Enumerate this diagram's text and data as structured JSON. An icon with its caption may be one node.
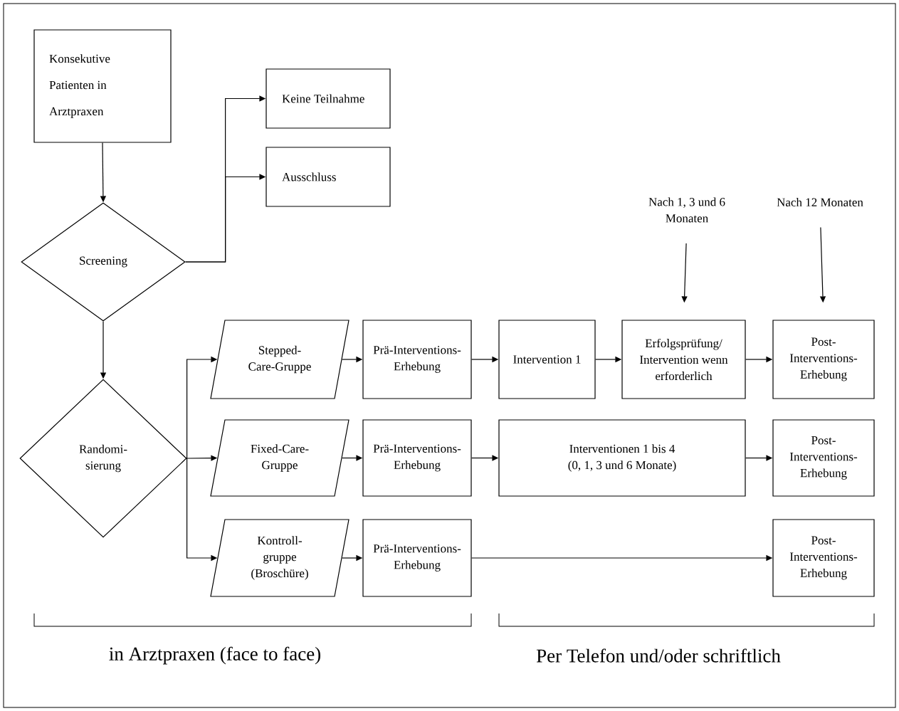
{
  "diagram": {
    "nodes": [
      {
        "text": [
          "Konsekutive Patienten in Arztpraxen"
        ]
      },
      {
        "text": [
          "Keine Teilnahme"
        ]
      },
      {
        "text": [
          "Ausschluss"
        ]
      },
      {
        "text": [
          "Screening"
        ]
      },
      {
        "text": [
          "Randomi- sierung"
        ]
      },
      {
        "text": [
          "Stepped- Care-Gruppe"
        ]
      },
      {
        "text": [
          "Prä-Interventions- Erhebung"
        ]
      },
      {
        "text": [
          "Intervention 1"
        ]
      },
      {
        "text": [
          "Erfolgsprüfung/ Intervention wenn erforderlich"
        ]
      },
      {
        "text": [
          "Post- Interventions- Erhebung"
        ]
      },
      {
        "text": [
          "Fixed-Care- Gruppe"
        ]
      },
      {
        "text": [
          "Prä-Interventions- Erhebung"
        ]
      },
      {
        "text": [
          "Interventionen 1 bis 4 (0, 1, 3 und 6 Monate)"
        ]
      },
      {
        "text": [
          "Post- Interventions- Erhebung"
        ]
      },
      {
        "text": [
          "Kontroll- gruppe (Broschüre)"
        ]
      },
      {
        "text": [
          "Prä-Interventions- Erhebung"
        ]
      },
      {
        "text": [
          "Post- Interventions- Erhebung"
        ]
      },
      {
        "text": [
          "Nach 1, 3 und 6 Monaten"
        ]
      },
      {
        "text": [
          "Nach 12 Monaten"
        ]
      }
    ],
    "edges": [
      {
        "from": 0,
        "to": 3,
        "arrow": "to"
      },
      {
        "from": 3,
        "to": 1,
        "arrow": "to"
      },
      {
        "from": 3,
        "to": 2,
        "arrow": "to"
      },
      {
        "from": 3,
        "to": 4,
        "arrow": "to"
      },
      {
        "from": 4,
        "to": 5,
        "arrow": "to"
      },
      {
        "from": 4,
        "to": 10,
        "arrow": "to"
      },
      {
        "from": 4,
        "to": 14,
        "arrow": "to"
      },
      {
        "from": 5,
        "to": 6,
        "arrow": "to"
      },
      {
        "from": 6,
        "to": 7,
        "arrow": "to"
      },
      {
        "from": 7,
        "to": 8,
        "arrow": "to"
      },
      {
        "from": 8,
        "to": 9,
        "arrow": "to"
      },
      {
        "from": 10,
        "to": 11,
        "arrow": "to"
      },
      {
        "from": 11,
        "to": 12,
        "arrow": "to"
      },
      {
        "from": 12,
        "to": 13,
        "arrow": "to"
      },
      {
        "from": 14,
        "to": 15,
        "arrow": "to"
      },
      {
        "from": 15,
        "to": 16,
        "arrow": "to"
      },
      {
        "from": 17,
        "to": 8,
        "arrow": "to"
      },
      {
        "from": 18,
        "to": 9,
        "arrow": "to"
      }
    ],
    "labels": [
      "in Arztpraxen (face to face)",
      "Per Telefon und/oder schriftlich"
    ]
  }
}
